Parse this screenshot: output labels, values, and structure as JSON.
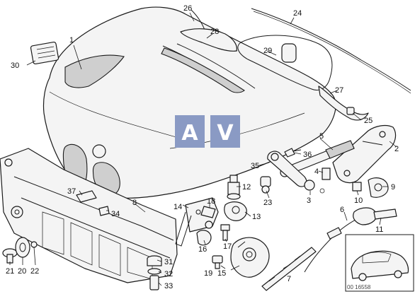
{
  "diagram": {
    "callouts": [
      "1",
      "2",
      "3",
      "4",
      "5",
      "6",
      "7",
      "8",
      "9",
      "10",
      "11",
      "12",
      "13",
      "14",
      "15",
      "16",
      "17",
      "18",
      "19",
      "20",
      "21",
      "22",
      "23",
      "24",
      "25",
      "26",
      "27",
      "28",
      "29",
      "30",
      "31",
      "32",
      "33",
      "34",
      "35",
      "36",
      "37"
    ],
    "watermark": [
      "A",
      "V"
    ],
    "reference_code": "00 16558",
    "colors": {
      "line": "#1a1a1a",
      "watermark": "#8a9ac4",
      "background": "#ffffff"
    }
  }
}
